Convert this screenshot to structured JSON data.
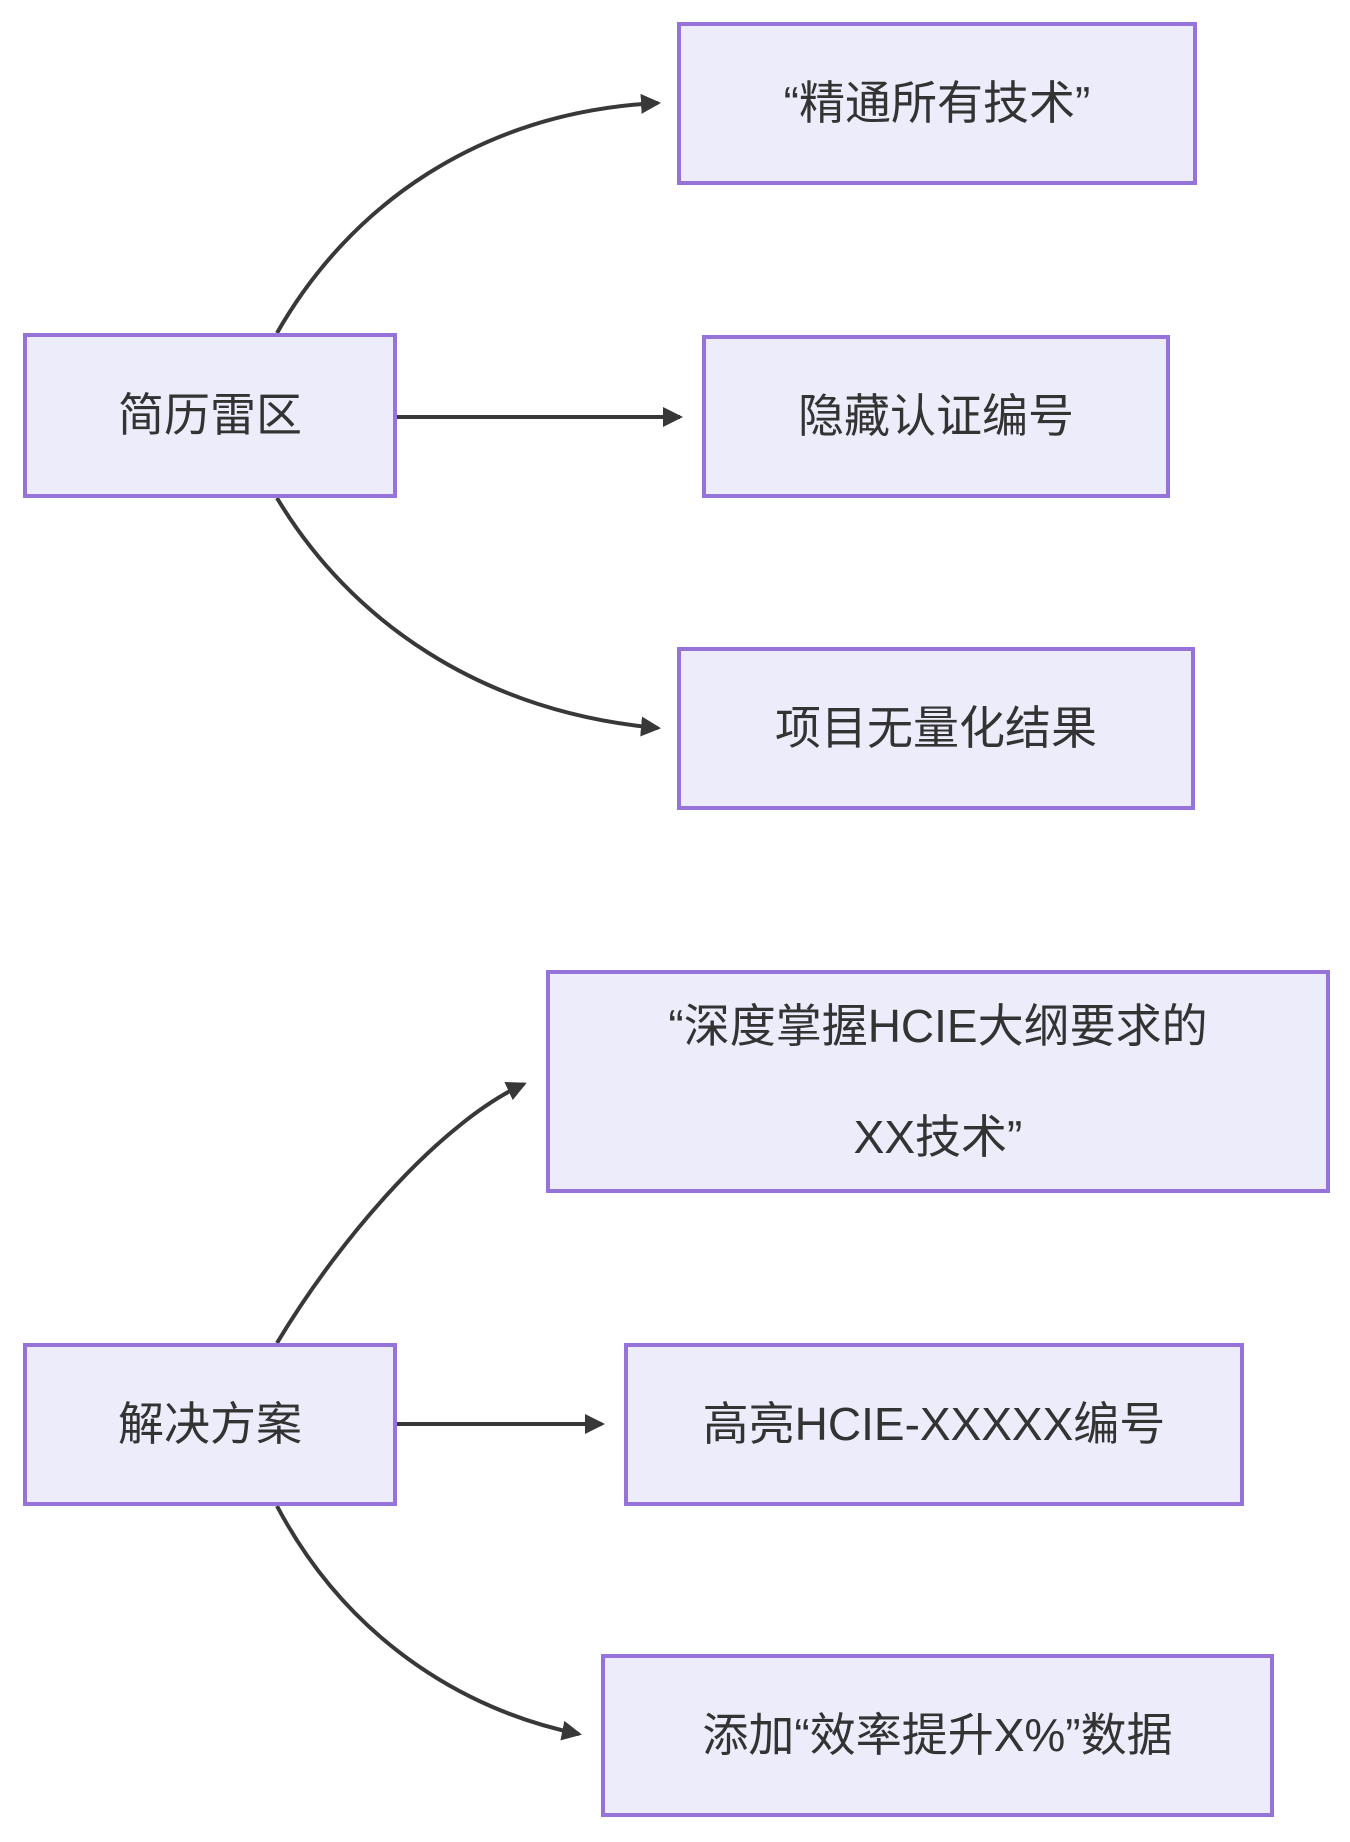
{
  "diagram": {
    "clusters": [
      {
        "root": {
          "label": "简历雷区"
        },
        "children": [
          {
            "label": "“精通所有技术”"
          },
          {
            "label": "隐藏认证编号"
          },
          {
            "label": "项目无量化结果"
          }
        ]
      },
      {
        "root": {
          "label": "解决方案"
        },
        "children": [
          {
            "label": "“深度掌握HCIE大纲要求的\nXX技术”"
          },
          {
            "label": "高亮HCIE-XXXXX编号"
          },
          {
            "label": "添加“效率提升X%”数据"
          }
        ]
      }
    ]
  },
  "colors": {
    "page_bg": "#ffffff",
    "node_fill": "#ececfb",
    "node_border": "#9673d9",
    "edge_color": "#383838",
    "text_color": "#333333"
  }
}
